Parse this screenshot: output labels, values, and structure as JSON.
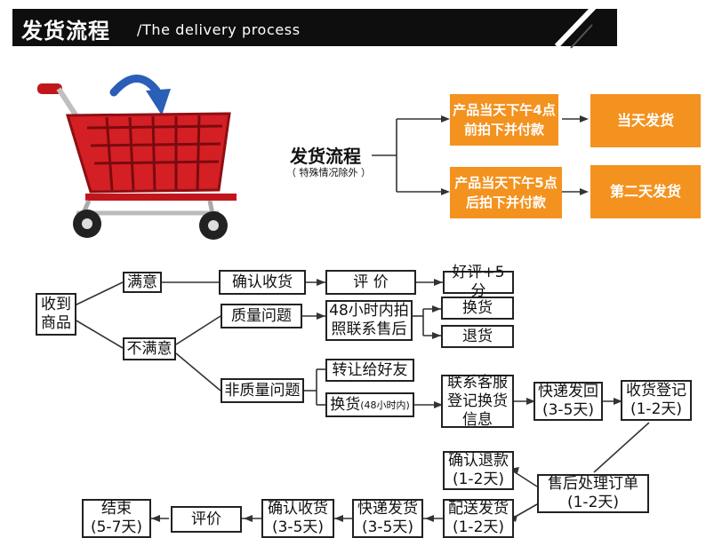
{
  "header": {
    "title": "发货流程",
    "subtitle": "/The delivery process"
  },
  "top": {
    "flow_title": "发货流程",
    "flow_note": "（ 特殊情况除外 ）",
    "boxes": [
      {
        "text": "产品当天下午4点\n前拍下并付款"
      },
      {
        "text": "当天发货"
      },
      {
        "text": "产品当天下午5点\n后拍下并付款"
      },
      {
        "text": "第二天发货"
      }
    ]
  },
  "flow": {
    "received": "收到\n商品",
    "satisfied": "满意",
    "confirm_receipt": "确认收货",
    "review": "评 价",
    "positive_review": "好评+5分",
    "unsatisfied": "不满意",
    "quality_issue": "质量问题",
    "photo_48h": "48小时内拍\n照联系售后",
    "exchange": "换货",
    "return": "退货",
    "non_quality_issue": "非质量问题",
    "transfer_friend": "转让给好友",
    "exchange_48h_main": "换货",
    "exchange_48h_note": "(48小时内)",
    "contact_service": "联系客服\n登记换货\n信息",
    "express_return": "快递发回\n(3-5天)",
    "receipt_register": "收货登记\n(1-2天)",
    "confirm_refund": "确认退款\n(1-2天)",
    "after_sales": "售后处理订单\n(1-2天)",
    "end": "结束\n(5-7天)",
    "review2": "评价",
    "confirm_receipt2": "确认收货\n(3-5天)",
    "express_ship": "快递发货\n(3-5天)",
    "delivery_ship": "配送发货\n(1-2天)"
  }
}
